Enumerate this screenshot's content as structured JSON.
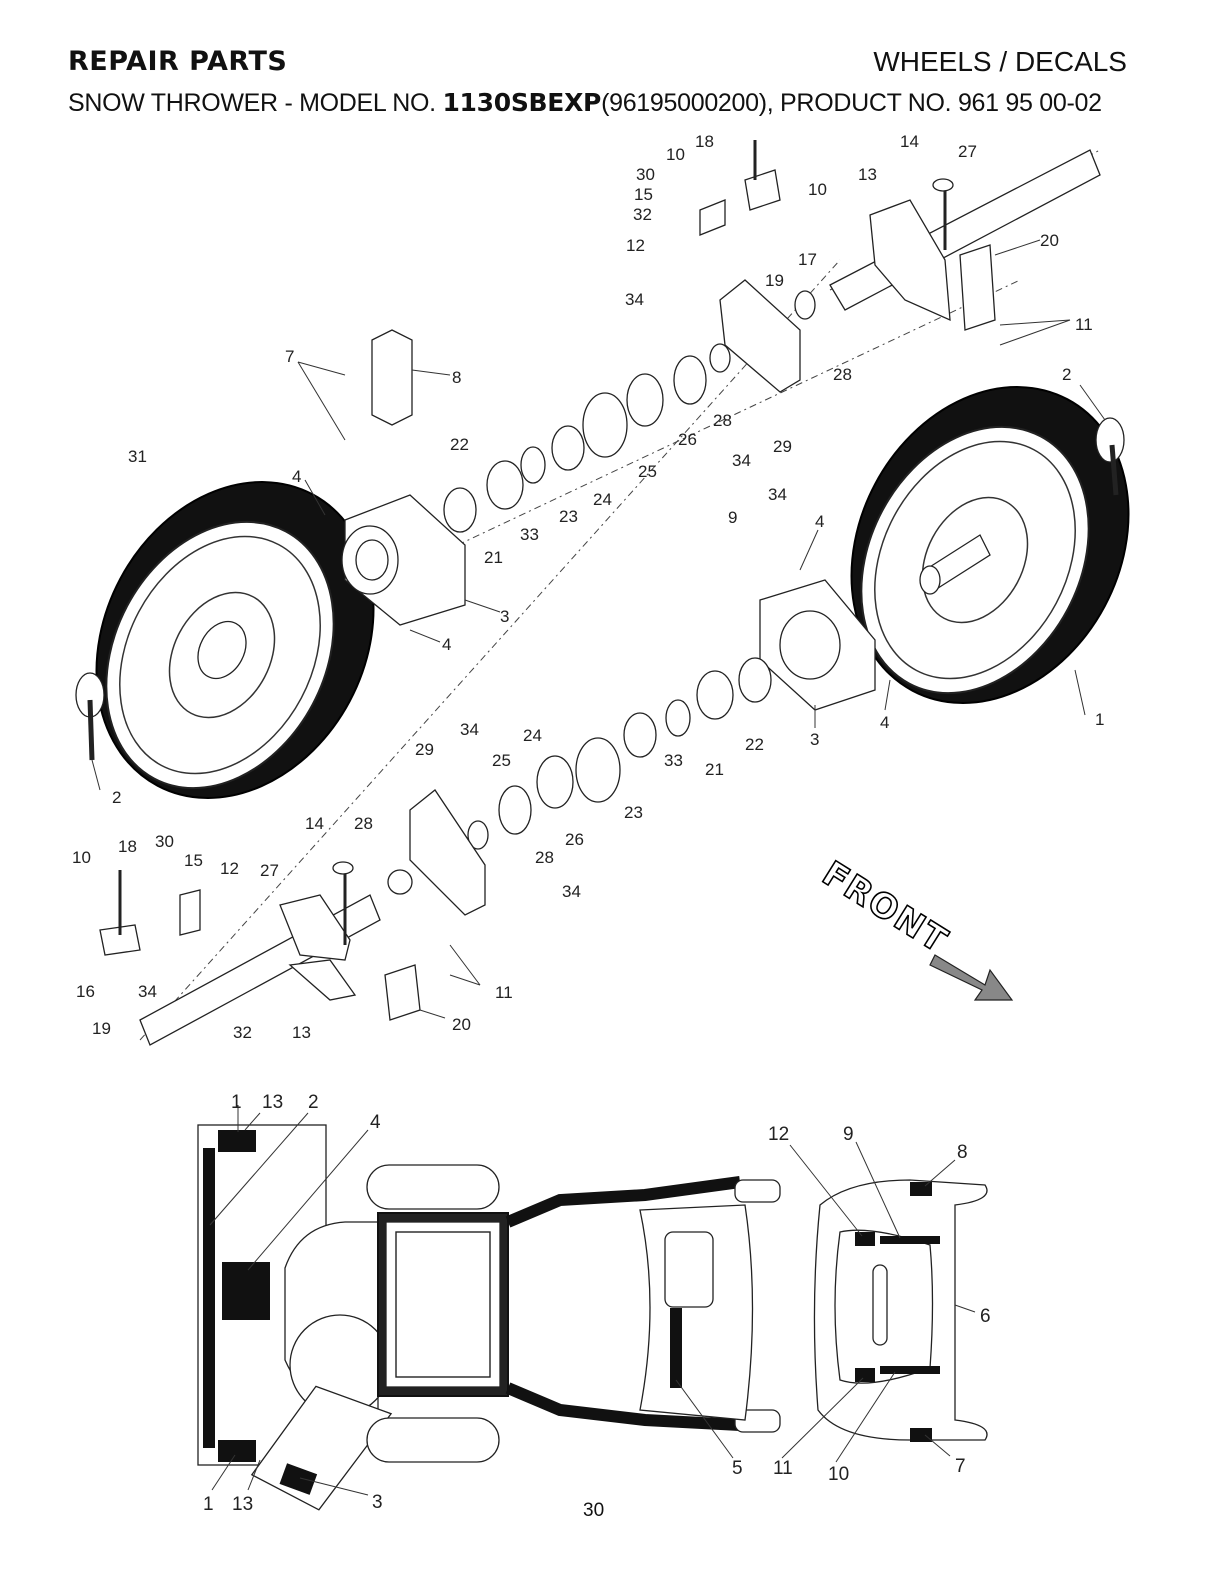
{
  "header": {
    "section": "REPAIR PARTS",
    "title": "WHEELS / DECALS",
    "sub_prefix": "SNOW THROWER - MODEL NO. ",
    "model_no": "1130SBEXP",
    "sub_suffix": "(96195000200), PRODUCT NO. 961 95 00-02"
  },
  "front_label": "FRONT",
  "page_number": "30",
  "wheels_callouts": {
    "c1": "1",
    "c2a": "2",
    "c2b": "2",
    "c3a": "3",
    "c3b": "3",
    "c4a": "4",
    "c4b": "4",
    "c4c": "4",
    "c4d": "4",
    "c7": "7",
    "c8": "8",
    "c9": "9",
    "c10a": "10",
    "c10b": "10",
    "c10c": "10",
    "c11a": "11",
    "c11b": "11",
    "c12a": "12",
    "c12b": "12",
    "c13a": "13",
    "c13b": "13",
    "c14a": "14",
    "c14b": "14",
    "c15a": "15",
    "c15b": "15",
    "c16": "16",
    "c17": "17",
    "c18a": "18",
    "c18b": "18",
    "c19a": "19",
    "c19b": "19",
    "c20a": "20",
    "c20b": "20",
    "c21a": "21",
    "c21b": "21",
    "c22a": "22",
    "c22b": "22",
    "c23a": "23",
    "c23b": "23",
    "c24a": "24",
    "c24b": "24",
    "c25a": "25",
    "c25b": "25",
    "c26a": "26",
    "c26b": "26",
    "c27a": "27",
    "c27b": "27",
    "c28a": "28",
    "c28b": "28",
    "c28c": "28",
    "c28d": "28",
    "c29a": "29",
    "c29b": "29",
    "c30a": "30",
    "c30b": "30",
    "c31": "31",
    "c32a": "32",
    "c32b": "32",
    "c33a": "33",
    "c33b": "33",
    "c34a": "34",
    "c34b": "34",
    "c34c": "34",
    "c34d": "34",
    "c34e": "34",
    "c34f": "34"
  },
  "decals_callouts": {
    "d1a": "1",
    "d13a": "13",
    "d2": "2",
    "d4": "4",
    "d1b": "1",
    "d13b": "13",
    "d3": "3",
    "d5": "5",
    "d11": "11",
    "d10": "10",
    "d7": "7",
    "d12": "12",
    "d9": "9",
    "d8": "8",
    "d6": "6"
  }
}
